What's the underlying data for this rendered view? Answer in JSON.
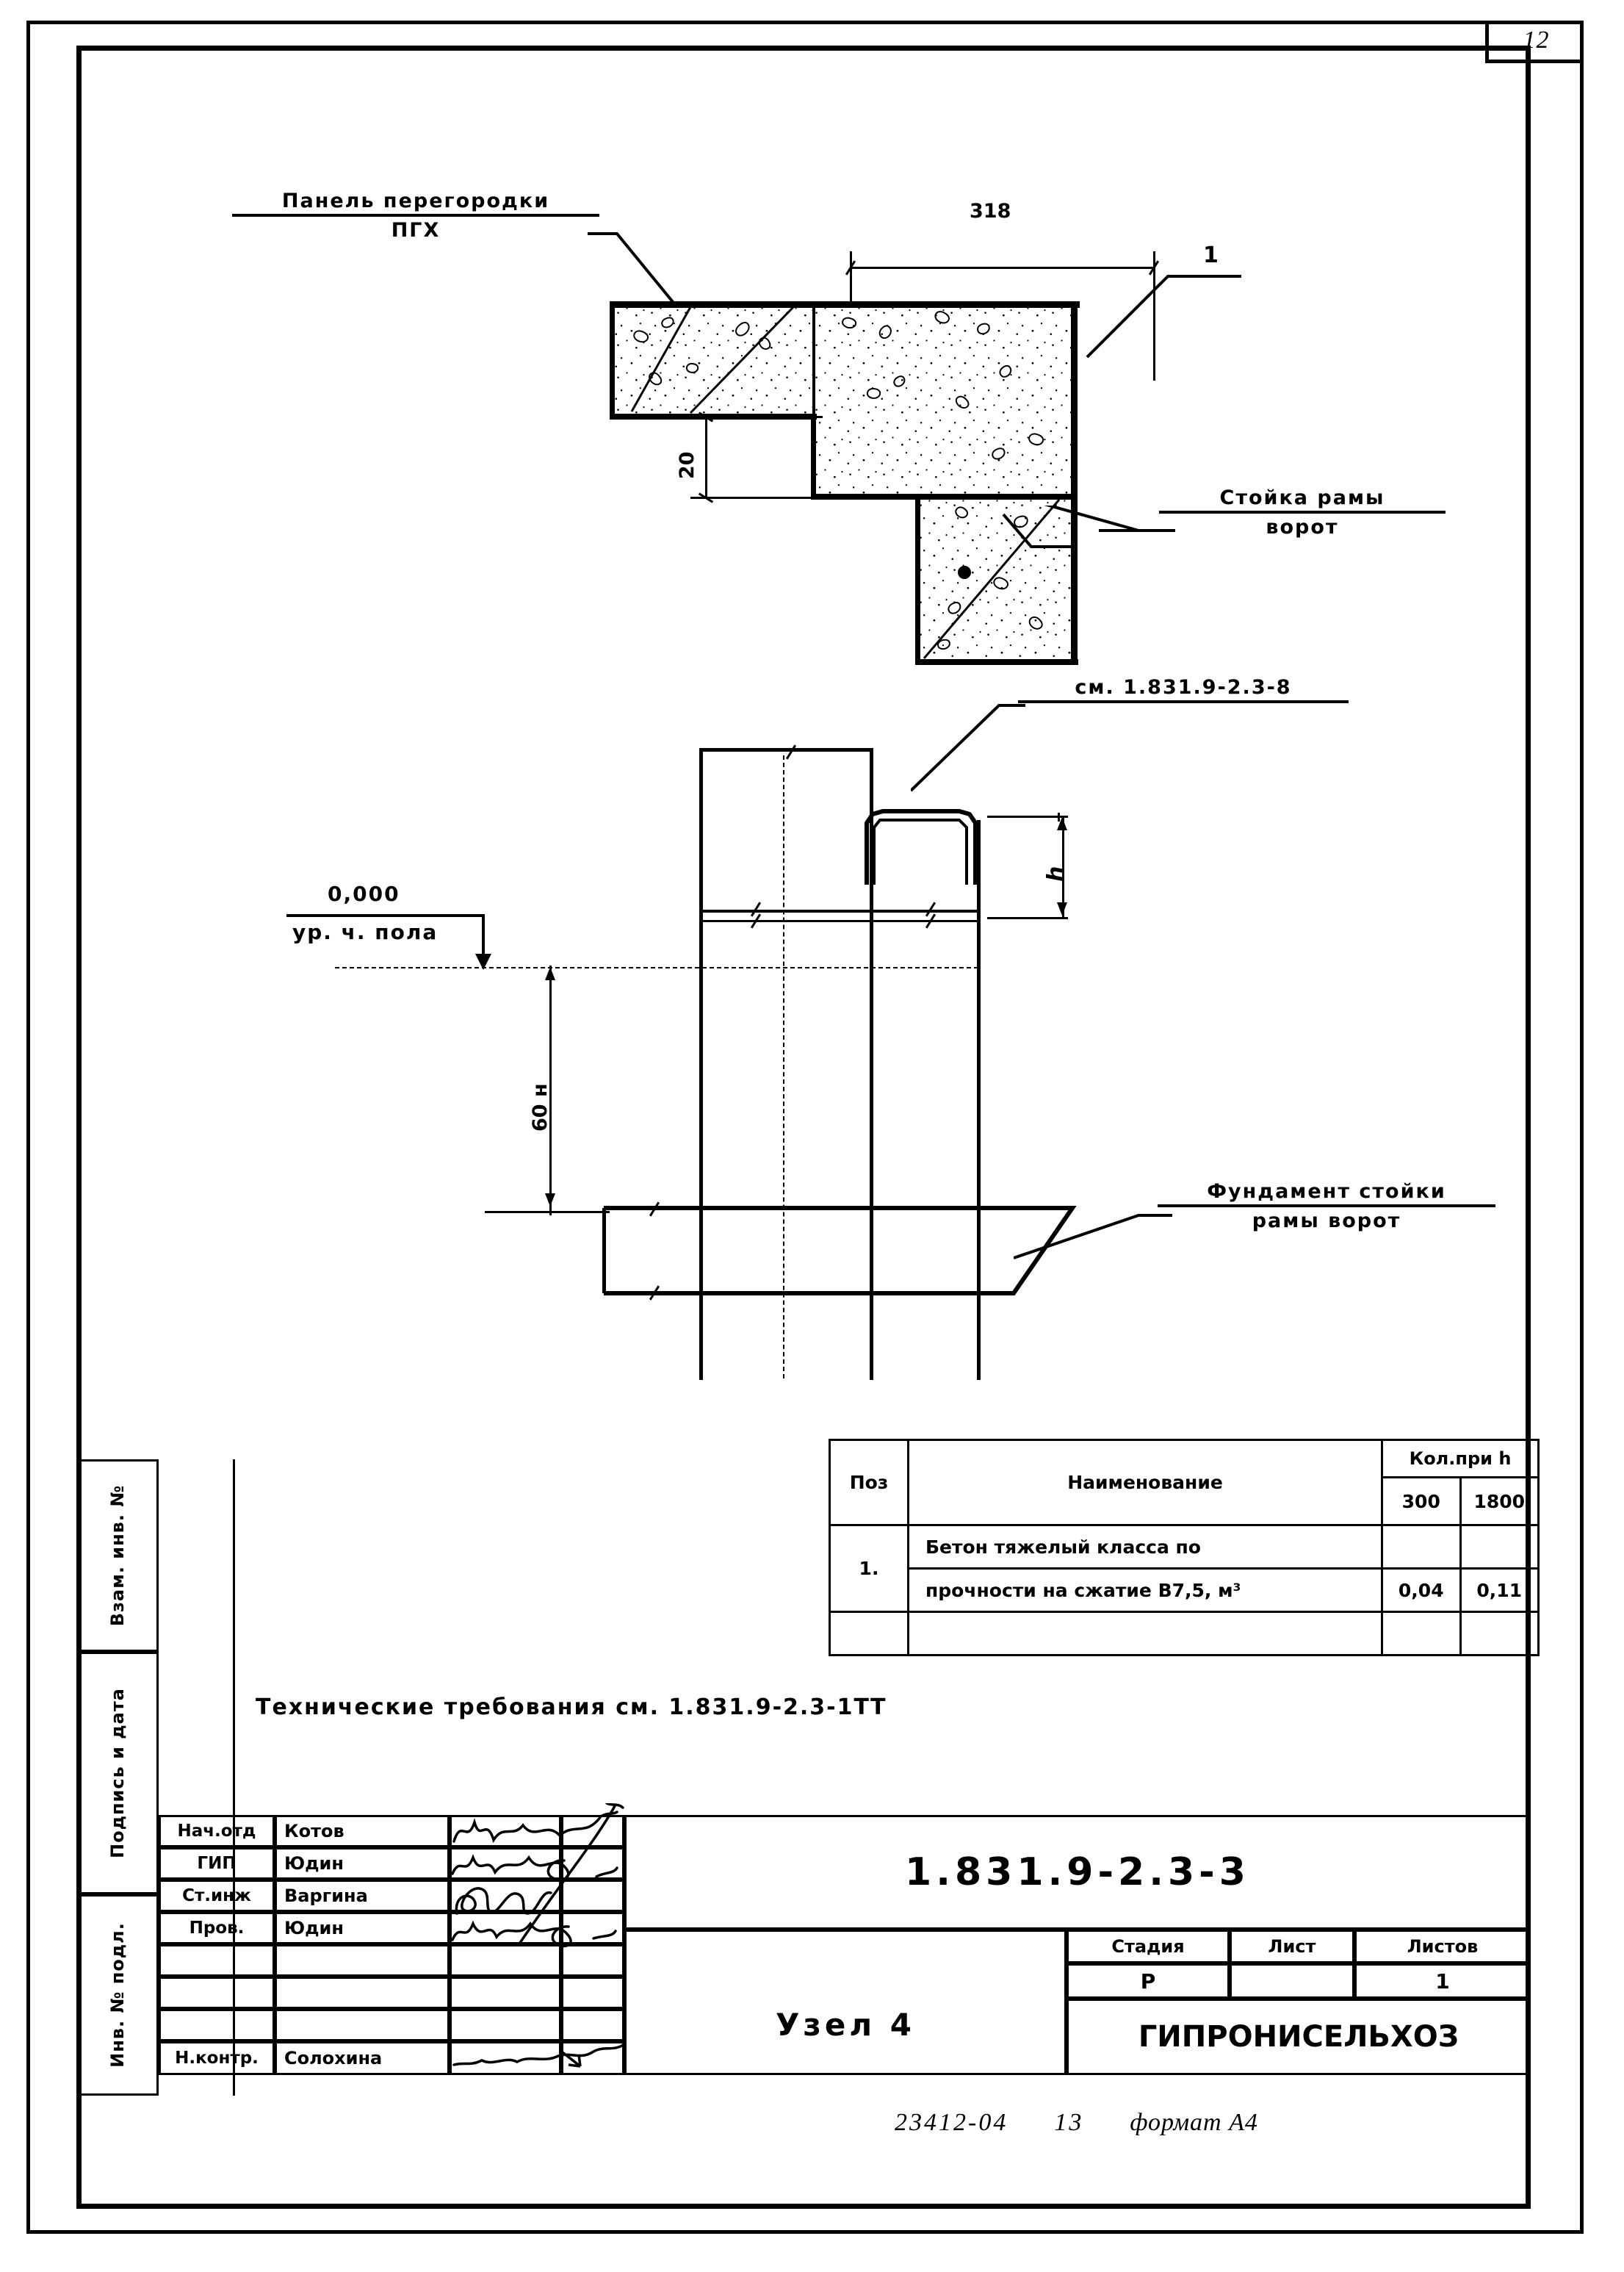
{
  "sheet": {
    "page_number": "12",
    "format_note": "формат А4",
    "order_code": "23412-04",
    "sheet_seq": "13"
  },
  "detail_top": {
    "label_panel_line1": "Панель перегородки",
    "label_panel_line2": "ПГХ",
    "label_post_line1": "Стойка рамы",
    "label_post_line2": "ворот",
    "callout_1": "1",
    "dim_width": "318",
    "dim_gap": "20"
  },
  "detail_bottom": {
    "ref_note": "см. 1.831.9-2.3-8",
    "level_value": "0,000",
    "level_caption": "ур. ч. пола",
    "dim_depth": "60 н",
    "dim_h": "h",
    "label_foundation_line1": "Фундамент стойки",
    "label_foundation_line2": "рамы ворот"
  },
  "spec_table": {
    "headers": {
      "pos": "Поз",
      "name": "Наименование",
      "qty_group": "Кол.при h",
      "qty_col_1": "300",
      "qty_col_2": "1800"
    },
    "rows": [
      {
        "pos": "1.",
        "name_line1": "Бетон тяжелый класса по",
        "name_line2": "прочности на сжатие В7,5, м³",
        "qty_1": "0,04",
        "qty_2": "0,11"
      }
    ]
  },
  "tech_requirements": "Технические требования  см. 1.831.9-2.3-1ТТ",
  "title_block": {
    "drawing_code": "1.831.9-2.3-3",
    "drawing_title": "Узел 4",
    "organisation": "ГИПРОНИСЕЛЬХОЗ",
    "stage_headers": {
      "stage": "Стадия",
      "sheet": "Лист",
      "sheets": "Листов"
    },
    "stage_values": {
      "stage": "Р",
      "sheet": "",
      "sheets": "1"
    },
    "signatures": [
      {
        "role": "Нач.отд",
        "name": "Котов"
      },
      {
        "role": "ГИП",
        "name": "Юдин"
      },
      {
        "role": "Ст.инж",
        "name": "Варгина"
      },
      {
        "role": "Пров.",
        "name": "Юдин"
      },
      {
        "role": "",
        "name": ""
      },
      {
        "role": "",
        "name": ""
      },
      {
        "role": "",
        "name": ""
      },
      {
        "role": "Н.контр.",
        "name": "Солохина"
      }
    ]
  },
  "left_margin": {
    "items": [
      "Взам. инв. №",
      "Подпись и дата",
      "Инв. № подл."
    ]
  },
  "colors": {
    "ink": "#000000",
    "paper": "#ffffff"
  }
}
